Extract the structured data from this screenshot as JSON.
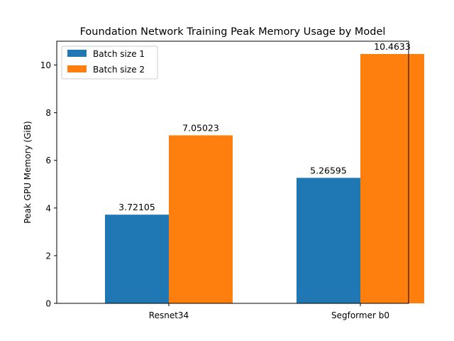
{
  "chart_data": {
    "type": "bar",
    "title": "Foundation Network Training Peak Memory Usage by Model",
    "xlabel": "",
    "ylabel": "Peak GPU Memory (GiB)",
    "categories": [
      "Resnet34",
      "Segformer b0"
    ],
    "series": [
      {
        "name": "Batch size 1",
        "color": "#1f77b4",
        "values": [
          3.72105,
          5.26595
        ],
        "labels": [
          "3.72105",
          "5.26595"
        ]
      },
      {
        "name": "Batch size 2",
        "color": "#ff7f0e",
        "values": [
          7.05023,
          10.4633
        ],
        "labels": [
          "7.05023",
          "10.4633"
        ]
      }
    ],
    "ylim": [
      0,
      11
    ],
    "yticks": [
      "0",
      "2",
      "4",
      "6",
      "8",
      "10"
    ],
    "grid": false,
    "legend_position": "upper-left"
  }
}
